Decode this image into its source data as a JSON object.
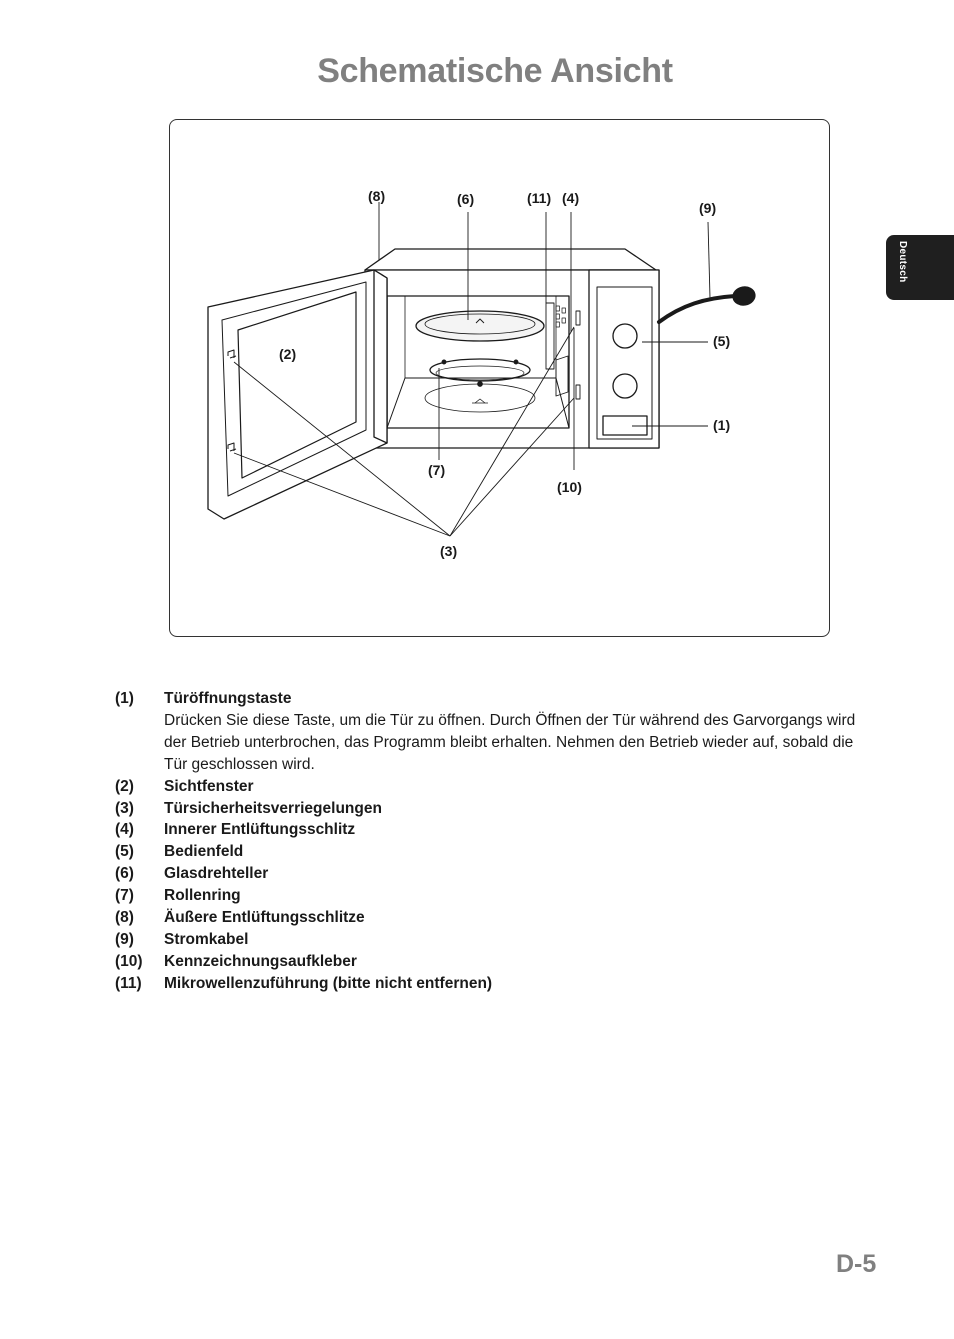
{
  "title": "Schematische Ansicht",
  "side_tab": "Deutsch",
  "figure": {
    "callouts": {
      "c8": "(8)",
      "c6": "(6)",
      "c11": "(11)",
      "c4": "(4)",
      "c9": "(9)",
      "c2": "(2)",
      "c5": "(5)",
      "c1": "(1)",
      "c7": "(7)",
      "c10": "(10)",
      "c3": "(3)"
    }
  },
  "legend": [
    {
      "num": "(1)",
      "label": "Türöffnungstaste",
      "desc": "Drücken Sie diese Taste, um die Tür zu öffnen. Durch Öffnen der Tür während des Garvorgangs wird der Betrieb unterbrochen, das Programm bleibt erhalten. Nehmen den Betrieb wieder auf, sobald die Tür geschlossen wird."
    },
    {
      "num": "(2)",
      "label": "Sichtfenster"
    },
    {
      "num": "(3)",
      "label": "Türsicherheitsverriegelungen"
    },
    {
      "num": "(4)",
      "label": "Innerer Entlüftungsschlitz"
    },
    {
      "num": "(5)",
      "label": "Bedienfeld"
    },
    {
      "num": "(6)",
      "label": "Glasdrehteller"
    },
    {
      "num": "(7)",
      "label": "Rollenring"
    },
    {
      "num": "(8)",
      "label": "Äußere Entlüftungsschlitze"
    },
    {
      "num": "(9)",
      "label": "Stromkabel"
    },
    {
      "num": "(10)",
      "label": "Kennzeichnungsaufkleber"
    },
    {
      "num": "(11)",
      "label": "Mikrowellenzuführung (bitte nicht entfernen)"
    }
  ],
  "page_number": "D-5"
}
